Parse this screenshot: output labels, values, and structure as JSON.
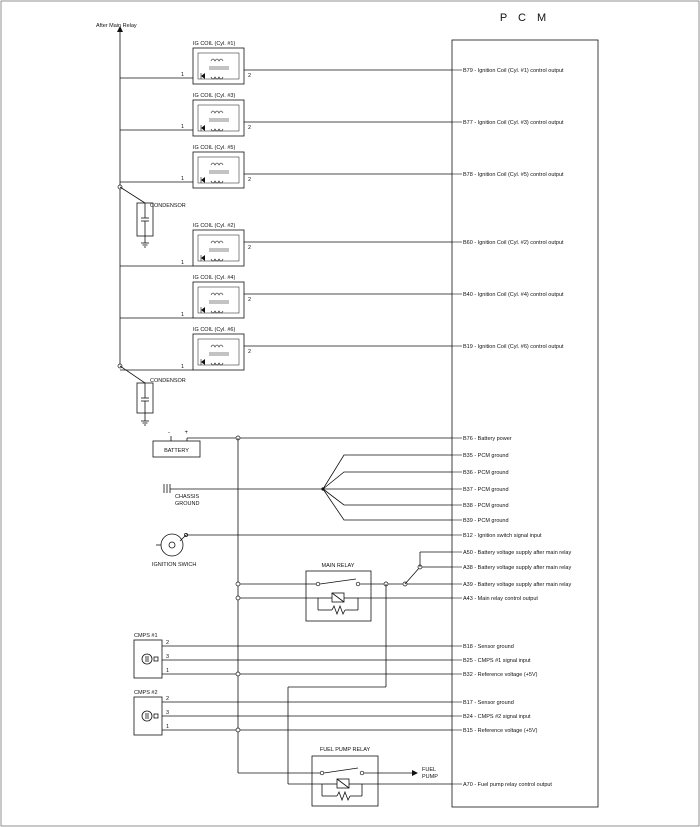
{
  "pcm_title": "P C M",
  "after_main_relay": "After Main Relay",
  "coils": [
    {
      "label": "IG COIL (Cyl. #1)",
      "pin": "B79 - Ignition Coil (Cyl. #1) control output"
    },
    {
      "label": "IG COIL (Cyl. #3)",
      "pin": "B77 - Ignition Coil (Cyl. #3) control output"
    },
    {
      "label": "IG COIL (Cyl. #5)",
      "pin": "B78 - Ignition Coil (Cyl. #5) control output"
    },
    {
      "label": "IG COIL (Cyl. #2)",
      "pin": "B60 - Ignition Coil (Cyl. #2) control output"
    },
    {
      "label": "IG COIL (Cyl. #4)",
      "pin": "B40 - Ignition Coil (Cyl. #4) control output"
    },
    {
      "label": "IG COIL (Cyl. #6)",
      "pin": "B19 - Ignition Coil (Cyl. #6) control output"
    }
  ],
  "coil_pin_1": "1",
  "coil_pin_2": "2",
  "condensor": "CONDENSOR",
  "battery": {
    "label": "BATTERY",
    "minus": "-",
    "plus": "+"
  },
  "chassis_ground": [
    "CHASSIS",
    "GROUND"
  ],
  "ignition_switch": "IGNITION SWICH",
  "main_relay": "MAIN RELAY",
  "fuel_pump_relay": "FUEL PUMP RELAY",
  "fuel_pump": [
    "FUEL",
    "PUMP"
  ],
  "cmps1": {
    "label": "CMPS #1",
    "pins": [
      "2",
      "3",
      "1"
    ]
  },
  "cmps2": {
    "label": "CMPS #2",
    "pins": [
      "2",
      "3",
      "1"
    ]
  },
  "pcm_pins": {
    "b76": "B76 - Battery power",
    "b35": "B35 - PCM ground",
    "b36": "B36 - PCM ground",
    "b37": "B37 - PCM ground",
    "b38": "B38 - PCM ground",
    "b39": "B39 - PCM ground",
    "b12": "B12 - Ignition switch signal input",
    "a50": "A50 - Battery voltage supply after main relay",
    "a38": "A38 - Battery voltage supply after main relay",
    "a39": "A39 - Battery voltage supply after main relay",
    "a43": "A43 - Main relay control output",
    "b18": "B18 - Sensor ground",
    "b25": "B25 - CMPS #1 signal input",
    "b32": "B32 - Reference voltage (+5V)",
    "b17": "B17 - Sensor ground",
    "b24": "B24 - CMPS #2 signal input",
    "b15": "B15 - Reference voltage (+5V)",
    "a70": "A70 - Fuel pump relay control output"
  }
}
